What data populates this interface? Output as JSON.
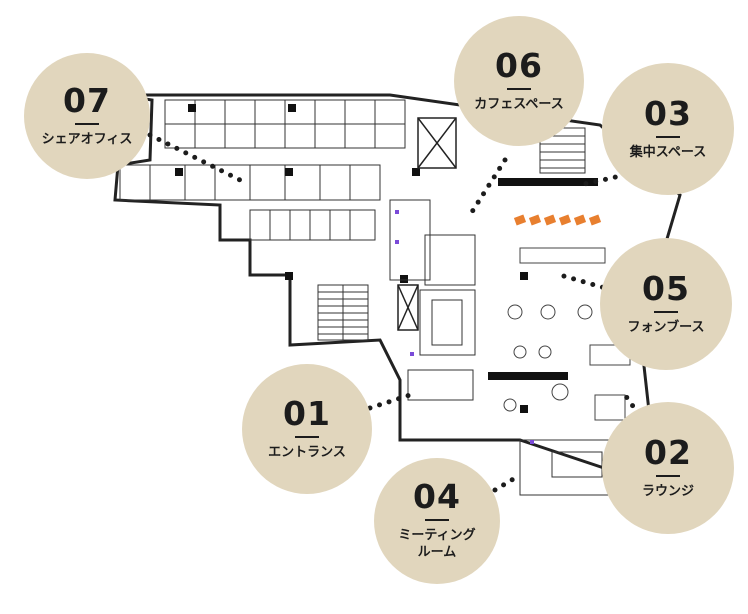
{
  "areas": [
    {
      "id": "01",
      "name": "エントランス"
    },
    {
      "id": "02",
      "name": "ラウンジ"
    },
    {
      "id": "03",
      "name": "集中スペース"
    },
    {
      "id": "04",
      "name": "ミーティング\nルーム"
    },
    {
      "id": "05",
      "name": "フォンブース"
    },
    {
      "id": "06",
      "name": "カフェスペース"
    },
    {
      "id": "07",
      "name": "シェアオフィス"
    }
  ],
  "colors": {
    "badge": "#e1d6bd",
    "text": "#1c1c1c",
    "accent": "#e87f2f",
    "marker": "#7a4ad8",
    "line": "#222222"
  }
}
